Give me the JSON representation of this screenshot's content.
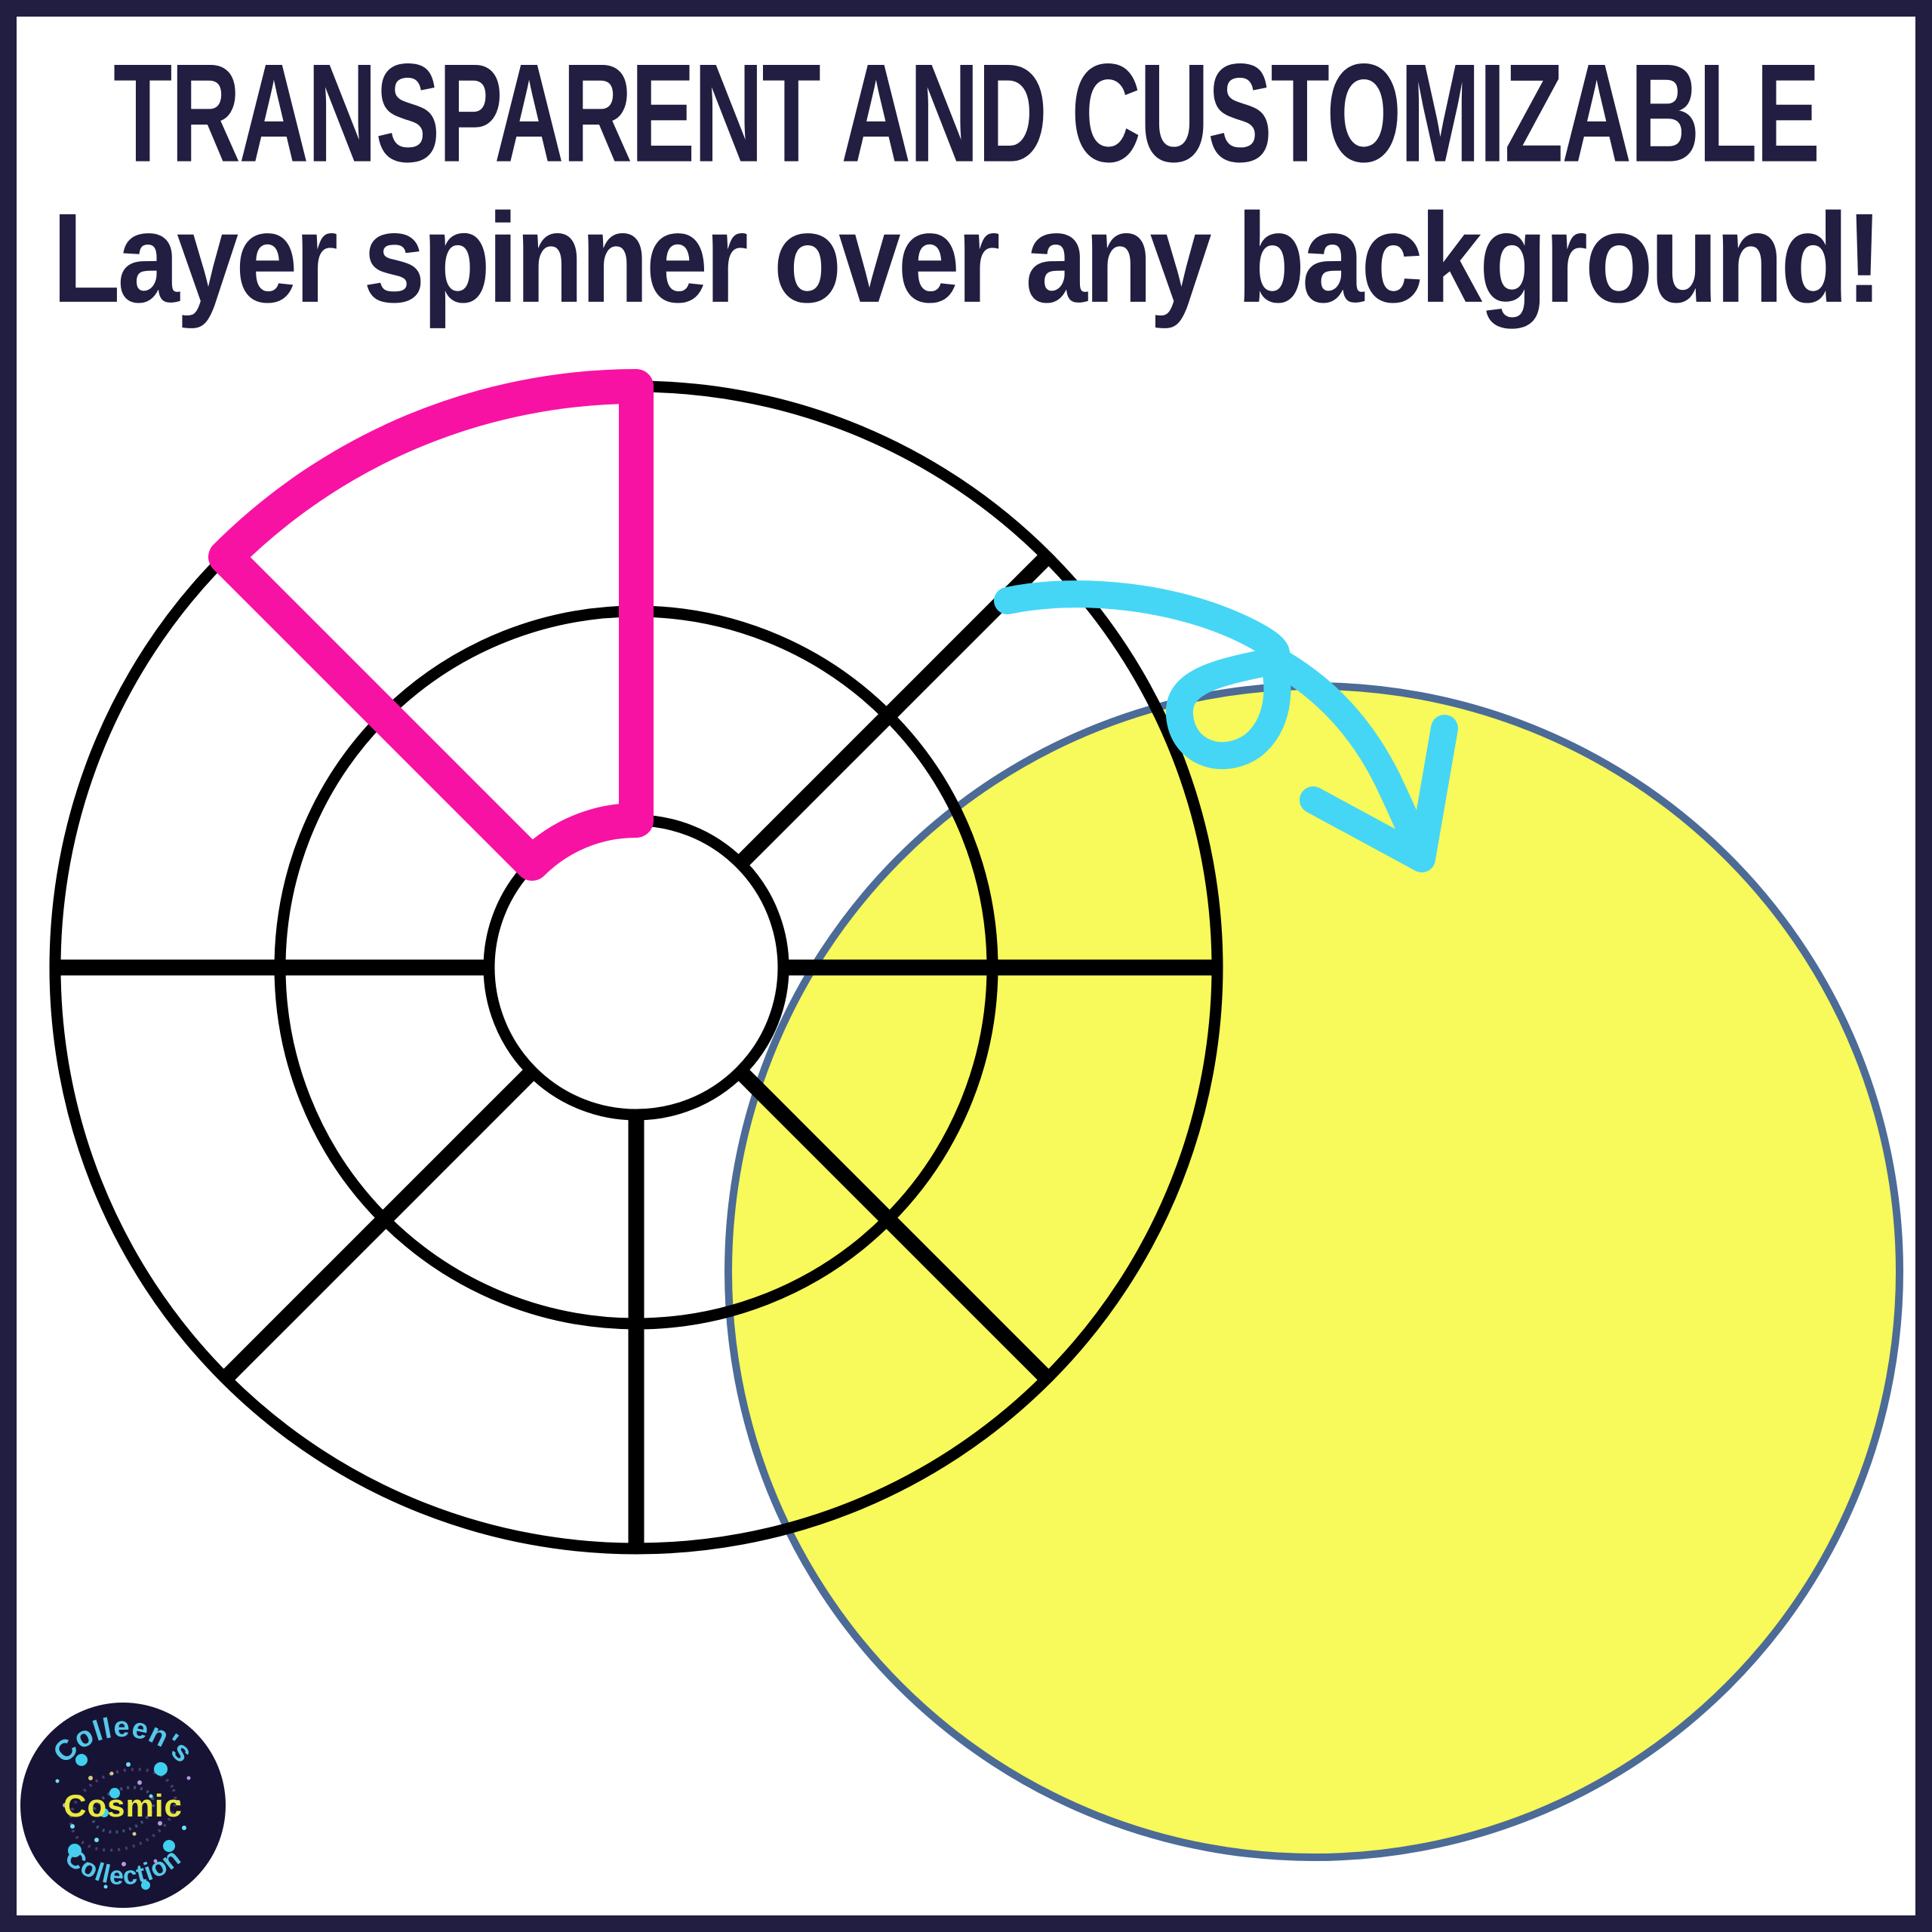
{
  "banner": {
    "title": "TRANSPARENT AND CUSTOMIZABLE",
    "subtitle": "Layer spinner over any background!",
    "text_color": "#211e41"
  },
  "frame": {
    "border_color": "#211e41",
    "background": "#ffffff"
  },
  "spinner": {
    "type": "blank-spinner-wheel",
    "sections": 8,
    "rings": 3,
    "line_color": "#000000"
  },
  "highlight": {
    "shape": "highlighted-section-outline",
    "color": "#f712a4"
  },
  "arrow": {
    "shape": "looping-doodle-arrow",
    "color": "#45d6f6"
  },
  "background_circle": {
    "shape": "sample-background-circle",
    "fill": "#f8f95a",
    "stroke": "#4c6b97"
  },
  "logo": {
    "arc_top": "Colleen's",
    "center": "Cosmic",
    "arc_bottom": "Collection",
    "arc_color": "#54c8ea",
    "center_color": "#e9e93f",
    "bg_color": "#171334"
  }
}
